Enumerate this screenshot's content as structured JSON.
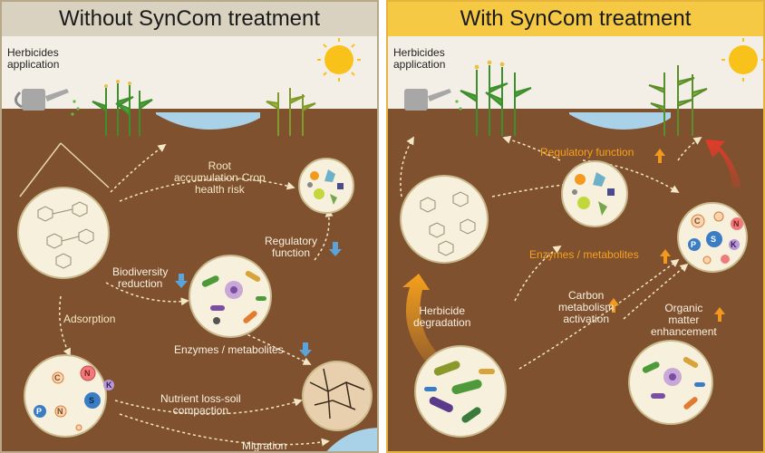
{
  "left_panel": {
    "title": "Without SynCom treatment",
    "herbicides_label": "Herbicides\napplication",
    "root_accumulation": "Root\naccumulation-Crop\nhealth risk",
    "regulatory_function": "Regulatory\nfunction",
    "biodiversity_reduction": "Biodiversity\nreduction",
    "adsorption": "Adsorption",
    "enzymes_metabolites": "Enzymes / metabolites",
    "nutrient_loss": "Nutrient loss-soil\ncompaction",
    "migration": "Migration"
  },
  "right_panel": {
    "title": "With SynCom treatment",
    "herbicides_label": "Herbicides\napplication",
    "regulatory_function": "Regulatory function",
    "enzymes_metabolites": "Enzymes / metabolites",
    "herbicide_degradation": "Herbicide\ndegradation",
    "carbon_metabolism": "Carbon\nmetabolism\nactivation",
    "organic_matter": "Organic\nmatter\nenhancement"
  },
  "nutrients": {
    "left": [
      "C",
      "N",
      "K",
      "S",
      "P",
      "N"
    ],
    "right": [
      "C",
      "N",
      "K",
      "S",
      "P"
    ]
  },
  "colors": {
    "soil": "#80512f",
    "left_title_bg": "#d9d2c0",
    "right_title_bg": "#f6c945",
    "down_arrow": "#5ba3d9",
    "up_arrow": "#f39a1e",
    "water": "#a9d2e8"
  }
}
